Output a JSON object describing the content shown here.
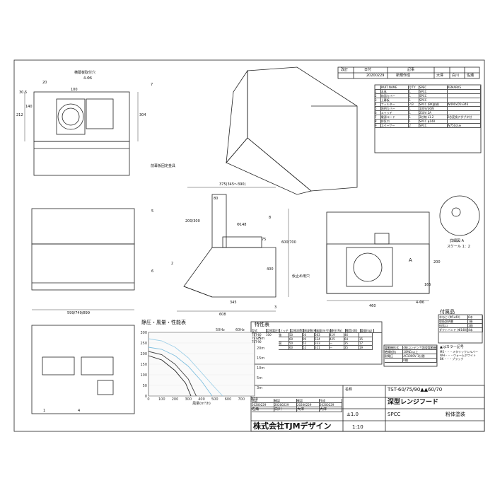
{
  "revision": {
    "headers": [
      "改訂",
      "日付",
      "記事",
      "",
      ""
    ],
    "row": {
      "date": "20200229",
      "note": "新規作成",
      "by1": "大澤",
      "by2": "白川",
      "by3": "佐瀬"
    }
  },
  "parts_table": {
    "headers": [
      "",
      "PART NAME",
      "Q'TY",
      "SPEC",
      "REMARKS"
    ],
    "rows": [
      [
        "1",
        "本体",
        "1",
        "SPCC",
        ""
      ],
      [
        "2",
        "前面カバー",
        "1",
        "SPCC",
        ""
      ],
      [
        "3",
        "上幕板",
        "1",
        "SPCC",
        ""
      ],
      [
        "4",
        "フィルター",
        "2/3",
        "SPCC (BK塗装)",
        "W490xD5x346"
      ],
      [
        "5",
        "照明カバー",
        "1",
        "100V/36W",
        ""
      ],
      [
        "6",
        "スイッチ",
        "1",
        "250V 2A",
        ""
      ],
      [
        "7",
        "電源コード",
        "1",
        "3芯線 L1.2",
        "2芯変換アダプタ付"
      ],
      [
        "8",
        "排気口",
        "1",
        "SPCC φ148",
        ""
      ],
      [
        "9",
        "スペーサー",
        "2",
        "SPCC",
        "W750のみ"
      ]
    ]
  },
  "front_view": {
    "label_holes": "横幕板取付穴",
    "label_hole_spec": "4-Φ6",
    "dim_20": "20",
    "dim_30_5": "30.5",
    "dim_100": "100",
    "dim_140": "140",
    "dim_212": "212",
    "dim_304": "304",
    "label_bracket": "前幕板固定金具"
  },
  "views": {
    "width_dim": "599/749/899",
    "top_dim": "375(345〜390)",
    "dim_80": "80",
    "dim_200_300": "200/300",
    "dim_d148": "Φ148",
    "dim_75": "75",
    "dim_600_700": "600/700",
    "dim_400": "400",
    "dim_345": "345",
    "dim_608": "608",
    "label_fall_hole": "仮止め用穴",
    "label_A": "A",
    "dim_460": "460",
    "dim_200": "200",
    "dim_165": "165",
    "dim_4phi": "4-Φ6",
    "detail_label": "詳細図 A",
    "detail_scale": "スケール 1：2"
  },
  "callouts": [
    "1",
    "2",
    "3",
    "4",
    "5",
    "6",
    "7",
    "8"
  ],
  "chart_data": {
    "type": "line",
    "title": "静圧・風量・性能表",
    "xlabel": "風量(m³/h)",
    "ylabel": "",
    "xlim": [
      0,
      800
    ],
    "ylim": [
      0,
      300
    ],
    "x_ticks": [
      "0",
      "100",
      "200",
      "300",
      "400",
      "500",
      "600",
      "700",
      "800"
    ],
    "y_ticks": [
      "0",
      "50",
      "100",
      "150",
      "200",
      "250",
      "300"
    ],
    "legend": [
      "50Hz",
      "60Hz"
    ],
    "right_ticks": [
      "25m",
      "20m",
      "15m",
      "10m",
      "5m",
      "3m"
    ],
    "series": [
      {
        "name": "50Hz",
        "color": "#7fbfdf",
        "x": [
          0,
          100,
          200,
          300,
          400,
          480
        ],
        "y": [
          230,
          220,
          190,
          140,
          70,
          0
        ]
      },
      {
        "name": "60Hz",
        "color": "#9fd0e8",
        "x": [
          0,
          100,
          200,
          300,
          400,
          500,
          560
        ],
        "y": [
          270,
          260,
          230,
          180,
          110,
          40,
          0
        ]
      },
      {
        "name": "",
        "color": "#222222",
        "x": [
          0,
          100,
          200,
          280,
          320
        ],
        "y": [
          190,
          170,
          120,
          60,
          0
        ]
      },
      {
        "name": "",
        "color": "#444444",
        "x": [
          0,
          100,
          200,
          300,
          360
        ],
        "y": [
          210,
          195,
          150,
          80,
          0
        ]
      }
    ]
  },
  "spec_table": {
    "title": "特性表",
    "headers": [
      "型式",
      "定格電圧(V)",
      "ノッチ",
      "定格消費電力(W)",
      "周波数(Hz)",
      "風量(m³/h)",
      "静圧(Pa)",
      "騒音(dB)",
      "重量(kg)"
    ],
    "models": [
      "TST-60",
      "TST-75",
      "TST-90"
    ],
    "voltage": "100",
    "rows": [
      [
        "強",
        "50",
        "50",
        "563",
        "419",
        "46",
        ""
      ],
      [
        "",
        "60",
        "99",
        "524",
        "425",
        "64",
        "15"
      ],
      [
        "弱",
        "50",
        "52",
        "333",
        "—",
        "35",
        "17"
      ],
      [
        "",
        "60",
        "52",
        "311",
        "—",
        "35",
        "19"
      ]
    ]
  },
  "electrical": {
    "rows": [
      [
        "電動機形式",
        "4極コンデンサ誘導電動機"
      ],
      [
        "絶縁抵抗",
        "10MΩ 以上"
      ],
      [
        "耐電圧",
        "AC1000V 1分間"
      ],
      [
        "",
        "0種"
      ]
    ]
  },
  "accessories": {
    "title": "付属品",
    "rows": [
      [
        "木ねじ (Φ5x40)",
        "6本"
      ],
      [
        "取扱説明書",
        "1冊"
      ],
      [
        "排気口",
        "1個"
      ],
      [
        "ダクトバンド (Φ148)",
        "4本"
      ]
    ],
    "note_title": "▲はカラー記号",
    "notes": [
      "MS・・・メタリックシルバー",
      "WH・・・ウォームホワイト",
      "BK・・・ブラック"
    ]
  },
  "title_block": {
    "name_label": "名称",
    "model": "TST-60/75/90▲▲60/70",
    "product": "深型レンジフード",
    "material": "SPCC",
    "finish": "粉体塗装",
    "approval_headers": [
      "承認",
      "確認",
      "確認",
      "作成"
    ],
    "approval_dates": [
      "20200229",
      "20200229",
      "20200229",
      "20200229"
    ],
    "approvers": [
      "佐瀬",
      "白川",
      "大澤",
      "大澤"
    ],
    "tolerance": "±1.0",
    "company": "株式会社TJMデザイン",
    "scale": "1:10"
  }
}
